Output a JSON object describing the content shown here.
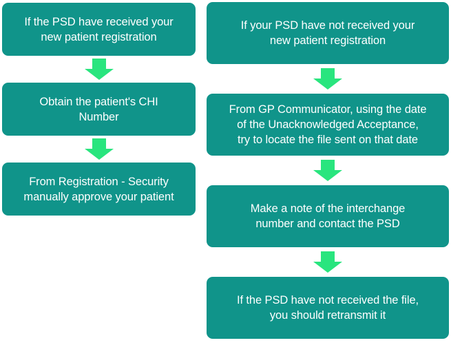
{
  "colors": {
    "box_fill": "#10948a",
    "box_text": "#ffffff",
    "arrow_green": "#29e57e",
    "page_bg": "#ffffff"
  },
  "icons": {
    "down_arrow": "down-block-arrow"
  },
  "flowchart": {
    "left_column": {
      "steps": [
        {
          "lines": [
            "If the PSD have received your",
            "new patient registration"
          ]
        },
        {
          "lines": [
            "Obtain the patient's CHI",
            "Number"
          ]
        },
        {
          "lines": [
            "From Registration - Security",
            "manually approve your patient"
          ]
        }
      ]
    },
    "right_column": {
      "steps": [
        {
          "lines": [
            "If your PSD have not received your",
            "new patient registration"
          ]
        },
        {
          "lines": [
            "From GP Communicator, using the date",
            "of the Unacknowledged Acceptance,",
            "try to locate the file sent on that date"
          ]
        },
        {
          "lines": [
            "Make a note of the interchange",
            "number and contact the PSD"
          ]
        },
        {
          "lines": [
            "If the PSD have not received the file,",
            "you should retransmit it"
          ]
        }
      ]
    }
  }
}
